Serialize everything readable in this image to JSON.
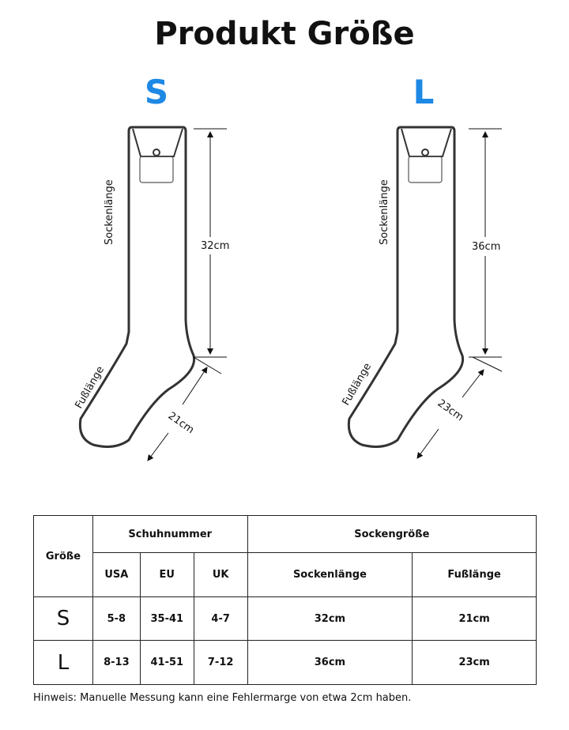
{
  "title": "Produkt Größe",
  "accent_color": "#1E88E5",
  "sizes": [
    {
      "label": "S",
      "sock_length": "32cm",
      "foot_length": "21cm"
    },
    {
      "label": "L",
      "sock_length": "36cm",
      "foot_length": "23cm"
    }
  ],
  "diagram_labels": {
    "sock_length": "Sockenlänge",
    "foot_length": "Fußlänge"
  },
  "table": {
    "size_header": "Größe",
    "shoe_header": "Schuhnummer",
    "sock_header": "Sockengröße",
    "sub_headers": [
      "USA",
      "EU",
      "UK",
      "Sockenlänge",
      "Fußlänge"
    ],
    "rows": [
      {
        "size": "S",
        "usa": "5-8",
        "eu": "35-41",
        "uk": "4-7",
        "sock_length": "32cm",
        "foot_length": "21cm"
      },
      {
        "size": "L",
        "usa": "8-13",
        "eu": "41-51",
        "uk": "7-12",
        "sock_length": "36cm",
        "foot_length": "23cm"
      }
    ]
  },
  "note": "Hinweis: Manuelle Messung kann eine Fehlermarge von etwa 2cm haben."
}
